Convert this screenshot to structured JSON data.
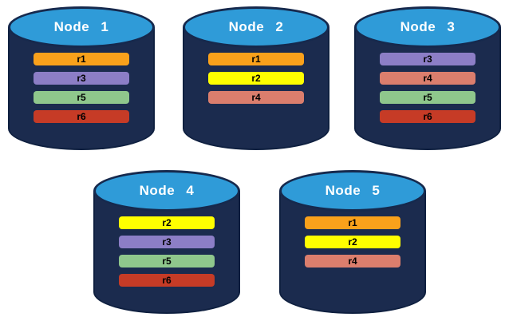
{
  "diagram": {
    "description": "Replica distribution across database nodes",
    "colors": {
      "background": "#ffffff",
      "cylinder_body": "#1B2B4E",
      "cylinder_body_border": "#0F2040",
      "cylinder_top": "#2F9BD8",
      "cylinder_top_border": "#16294D",
      "node_label_text": "#ffffff",
      "replica_label_text": "#000000"
    },
    "replica_colors": {
      "r1": "#F9A11B",
      "r2": "#FFFF00",
      "r3": "#8C7EC6",
      "r4": "#DB7E6D",
      "r5": "#8FC78C",
      "r6": "#C63B26"
    },
    "nodes": [
      {
        "label": "Node 1",
        "replicas": [
          "r1",
          "r3",
          "r5",
          "r6"
        ]
      },
      {
        "label": "Node 2",
        "replicas": [
          "r1",
          "r2",
          "r4"
        ]
      },
      {
        "label": "Node 3",
        "replicas": [
          "r3",
          "r4",
          "r5",
          "r6"
        ]
      },
      {
        "label": "Node 4",
        "replicas": [
          "r2",
          "r3",
          "r5",
          "r6"
        ]
      },
      {
        "label": "Node 5",
        "replicas": [
          "r1",
          "r2",
          "r4"
        ]
      }
    ]
  }
}
